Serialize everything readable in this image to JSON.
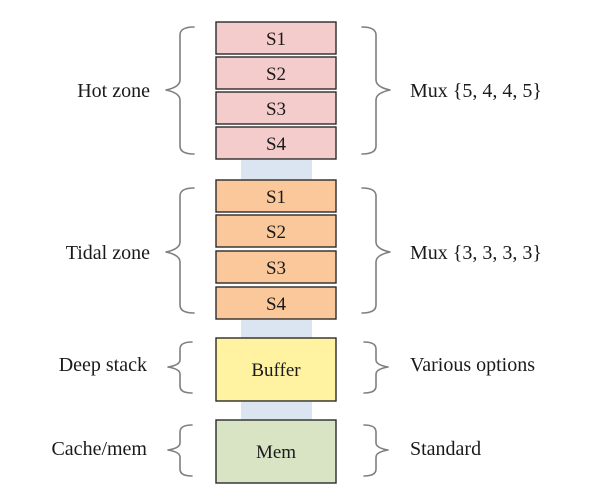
{
  "colors": {
    "hot": "#f4cccc",
    "tidal": "#fac89a",
    "buffer": "#fff2a1",
    "mem": "#d9e4c5",
    "connector": "#dbe5f1",
    "brace": "#7f7f7f"
  },
  "zones": [
    {
      "label": "Hot zone",
      "right_label": "Mux {5, 4, 4, 5}",
      "cells": [
        "S1",
        "S2",
        "S3",
        "S4"
      ],
      "color_key": "hot"
    },
    {
      "label": "Tidal zone",
      "right_label": "Mux {3, 3, 3, 3}",
      "cells": [
        "S1",
        "S2",
        "S3",
        "S4"
      ],
      "color_key": "tidal"
    },
    {
      "label": "Deep stack",
      "right_label": "Various options",
      "cells": [
        "Buffer"
      ],
      "color_key": "buffer"
    },
    {
      "label": "Cache/mem",
      "right_label": "Standard",
      "cells": [
        "Mem"
      ],
      "color_key": "mem"
    }
  ]
}
